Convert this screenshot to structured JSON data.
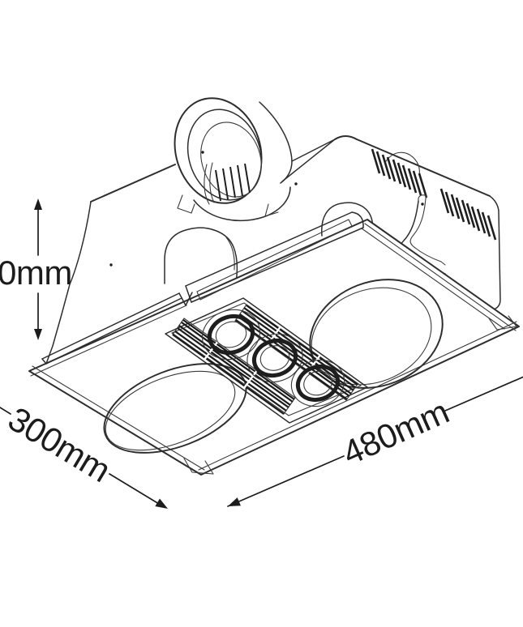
{
  "diagram": {
    "subject": "ceiling heater exhaust unit line drawing",
    "colors": {
      "background": "#ffffff",
      "line": "#2e2e2e",
      "text": "#1c1c1c"
    }
  },
  "labels": {
    "height": "0mm",
    "depth": "300mm",
    "width": "480mm"
  }
}
